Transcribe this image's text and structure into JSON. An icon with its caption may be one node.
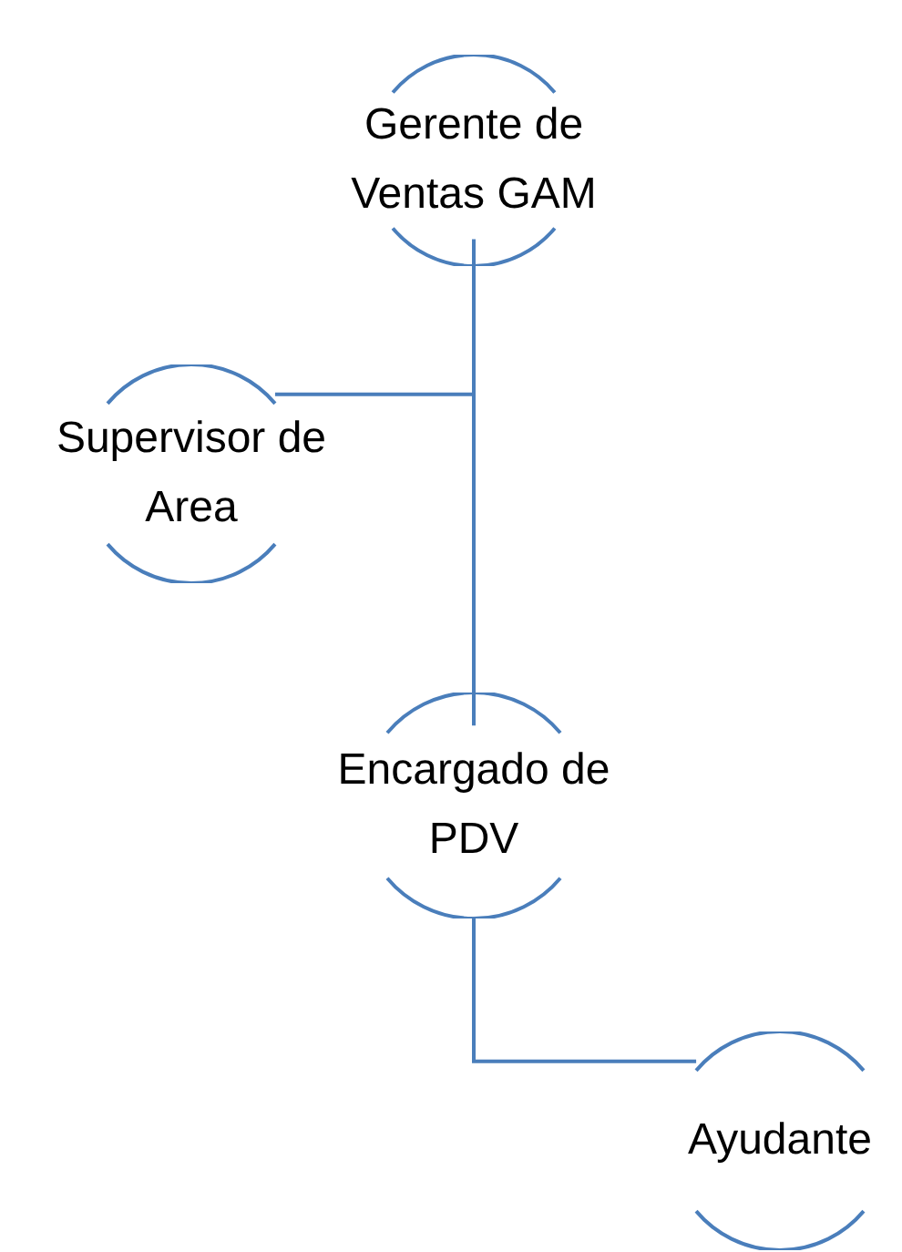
{
  "diagram": {
    "nodes": [
      {
        "text": [
          "Gerente de Ventas GAM"
        ]
      },
      {
        "text": [
          "Supervisor de Area"
        ]
      },
      {
        "text": [
          "Encargado de PDV"
        ]
      },
      {
        "text": [
          "Ayudante"
        ]
      }
    ],
    "edges": [
      {
        "from": 0,
        "to": 1,
        "arrow": "none"
      },
      {
        "from": 0,
        "to": 2,
        "arrow": "none"
      },
      {
        "from": 2,
        "to": 3,
        "arrow": "none"
      }
    ]
  }
}
